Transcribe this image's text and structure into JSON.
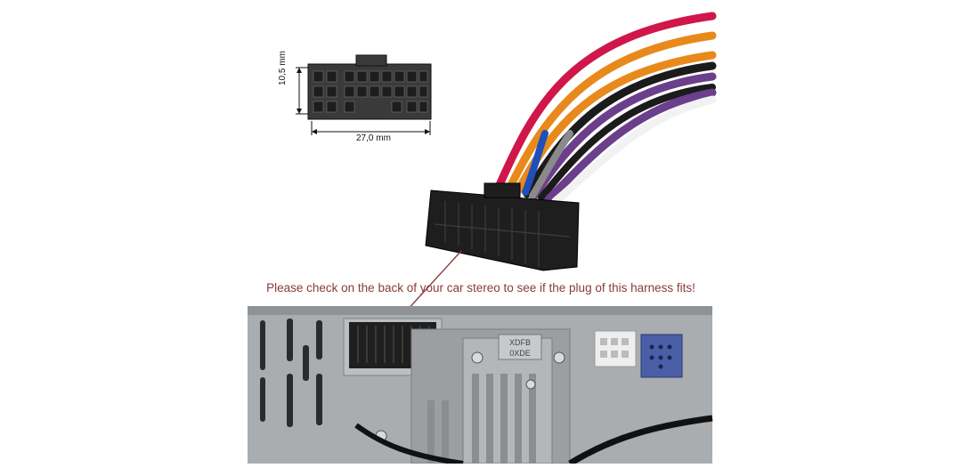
{
  "caption": "Please check on the back of your car stereo to see if the plug of this harness fits!",
  "dimensions": {
    "width": "27,0 mm",
    "height": "10,5 mm"
  },
  "unit_labels": {
    "left_unit": "XDFB",
    "left_unit_sub": "0XDE"
  },
  "wire_colors": {
    "red": "#d0164a",
    "orange": "#e8891c",
    "yellow": "#f1c21b",
    "blue": "#1f4fb8",
    "purple": "#6b3f8c",
    "black": "#1b1b1b",
    "gray": "#8a8a8a",
    "white": "#f2f2f2"
  }
}
